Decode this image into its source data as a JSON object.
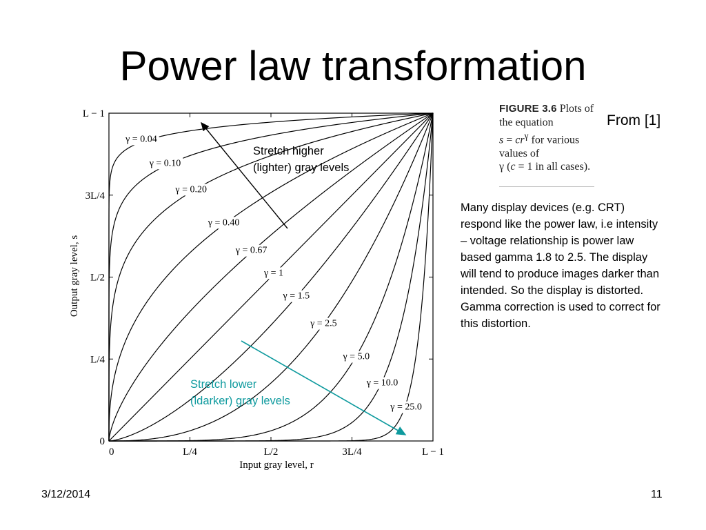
{
  "slide": {
    "title": "Power law transformation",
    "source": "From [1]",
    "body": "Many display devices  (e.g. CRT) respond like the power law, i.e intensity – voltage relationship is power law based gamma 1.8 to 2.5.  The display will tend to produce images darker than intended.  So the display is distorted.  Gamma correction is used to correct for this distortion.",
    "date": "3/12/2014",
    "page": "11"
  },
  "figure": {
    "label": "FIGURE 3.6",
    "caption_1": "Plots of the equation",
    "caption_eq_s": "s",
    "caption_eq_eq": " = ",
    "caption_eq_rhs": "cr",
    "caption_eq_sup": "γ",
    "caption_2": " for various values of",
    "caption_3": "γ (",
    "caption_c": "c",
    "caption_4": " = 1 in all cases)."
  },
  "callouts": {
    "higher_line1": "Stretch higher",
    "higher_line2": "(lighter) gray levels",
    "lower_line1": "Stretch lower",
    "lower_line2": "(ldarker) gray levels",
    "higher_color": "#000000",
    "lower_color": "#0e9a9e"
  },
  "chart_data": {
    "type": "line",
    "equation": "s = c r^γ",
    "xlabel": "Input gray level, r",
    "ylabel": "Output gray level, s",
    "xlim": [
      0,
      1
    ],
    "ylim": [
      0,
      1
    ],
    "x_ticks": [
      {
        "value": 0,
        "label": "0"
      },
      {
        "value": 0.25,
        "label": "L/4"
      },
      {
        "value": 0.5,
        "label": "L/2"
      },
      {
        "value": 0.75,
        "label": "3L/4"
      },
      {
        "value": 1,
        "label": "L − 1"
      }
    ],
    "y_ticks": [
      {
        "value": 0,
        "label": "0"
      },
      {
        "value": 0.25,
        "label": "L/4"
      },
      {
        "value": 0.5,
        "label": "L/2"
      },
      {
        "value": 0.75,
        "label": "3L/4"
      },
      {
        "value": 1,
        "label": "L − 1"
      }
    ],
    "series": [
      {
        "gamma": 0.04,
        "label": "γ = 0.04"
      },
      {
        "gamma": 0.1,
        "label": "γ = 0.10"
      },
      {
        "gamma": 0.2,
        "label": "γ = 0.20"
      },
      {
        "gamma": 0.4,
        "label": "γ = 0.40"
      },
      {
        "gamma": 0.67,
        "label": "γ = 0.67"
      },
      {
        "gamma": 1,
        "label": "γ = 1"
      },
      {
        "gamma": 1.5,
        "label": "γ = 1.5"
      },
      {
        "gamma": 2.5,
        "label": "γ = 2.5"
      },
      {
        "gamma": 5.0,
        "label": "γ = 5.0"
      },
      {
        "gamma": 10.0,
        "label": "γ = 10.0"
      },
      {
        "gamma": 25.0,
        "label": "γ = 25.0"
      }
    ],
    "grid": false
  }
}
